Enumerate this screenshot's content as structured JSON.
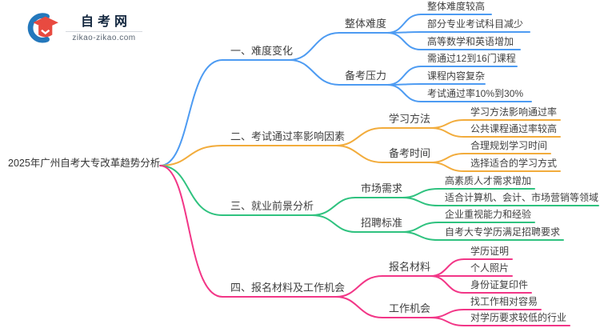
{
  "logo": {
    "title": "自考网",
    "domain": "zikao-zikao.com"
  },
  "root": {
    "label": "2025年广州自考大专改革趋势分析"
  },
  "branches": [
    {
      "label": "一、难度变化",
      "color": "#4d9bf2",
      "children": [
        {
          "label": "整体难度",
          "children": [
            {
              "label": "整体难度较高"
            },
            {
              "label": "部分专业考试科目减少"
            },
            {
              "label": "高等数学和英语增加"
            }
          ]
        },
        {
          "label": "备考压力",
          "children": [
            {
              "label": "需通过12到16门课程"
            },
            {
              "label": "课程内容复杂"
            },
            {
              "label": "考试通过率10%到30%"
            }
          ]
        }
      ]
    },
    {
      "label": "二、考试通过率影响因素",
      "color": "#f2ac3c",
      "children": [
        {
          "label": "学习方法",
          "children": [
            {
              "label": "学习方法影响通过率"
            },
            {
              "label": "公共课程通过率较高"
            }
          ]
        },
        {
          "label": "备考时间",
          "children": [
            {
              "label": "合理规划学习时间"
            },
            {
              "label": "选择适合的学习方式"
            }
          ]
        }
      ]
    },
    {
      "label": "三、就业前景分析",
      "color": "#2fc27f",
      "children": [
        {
          "label": "市场需求",
          "children": [
            {
              "label": "高素质人才需求增加"
            },
            {
              "label": "适合计算机、会计、市场营销等领域"
            }
          ]
        },
        {
          "label": "招聘标准",
          "children": [
            {
              "label": "企业重视能力和经验"
            },
            {
              "label": "自考大专学历满足招聘要求"
            }
          ]
        }
      ]
    },
    {
      "label": "四、报名材料及工作机会",
      "color": "#f23687",
      "children": [
        {
          "label": "报名材料",
          "children": [
            {
              "label": "学历证明"
            },
            {
              "label": "个人照片"
            },
            {
              "label": "身份证复印件"
            }
          ]
        },
        {
          "label": "工作机会",
          "children": [
            {
              "label": "找工作相对容易"
            },
            {
              "label": "对学历要求较低的行业"
            }
          ]
        }
      ]
    }
  ],
  "logo_colors": {
    "crescent_blue": "#2478bc",
    "cap_red": "#e84a40"
  }
}
